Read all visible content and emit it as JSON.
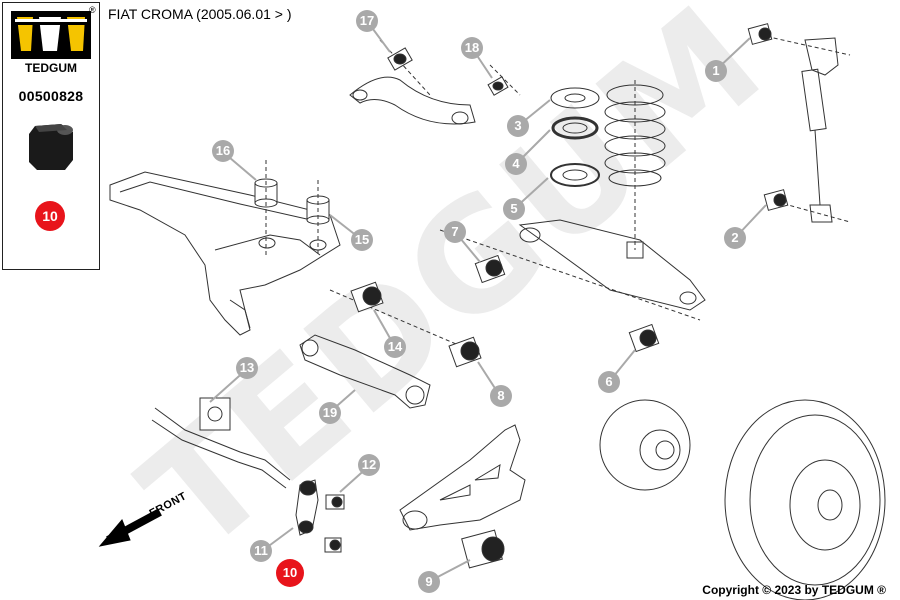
{
  "brand": {
    "name": "TEDGUM",
    "registered_mark": "®",
    "part_number": "00500828",
    "highlight_number": "10"
  },
  "header": {
    "title": "FIAT CROMA (2005.06.01 > )"
  },
  "diagram": {
    "callouts": [
      {
        "id": "1",
        "label": "1"
      },
      {
        "id": "2",
        "label": "2"
      },
      {
        "id": "3",
        "label": "3"
      },
      {
        "id": "4",
        "label": "4"
      },
      {
        "id": "5",
        "label": "5"
      },
      {
        "id": "6",
        "label": "6"
      },
      {
        "id": "7",
        "label": "7"
      },
      {
        "id": "8",
        "label": "8"
      },
      {
        "id": "9",
        "label": "9"
      },
      {
        "id": "10",
        "label": "10",
        "highlighted": true
      },
      {
        "id": "11",
        "label": "11"
      },
      {
        "id": "12",
        "label": "12"
      },
      {
        "id": "13",
        "label": "13"
      },
      {
        "id": "14",
        "label": "14"
      },
      {
        "id": "15",
        "label": "15"
      },
      {
        "id": "16",
        "label": "16"
      },
      {
        "id": "17",
        "label": "17"
      },
      {
        "id": "18",
        "label": "18"
      },
      {
        "id": "19",
        "label": "19"
      }
    ],
    "front_label": "FRONT",
    "watermark": "TEDGUM"
  },
  "footer": {
    "copyright": "Copyright © 2023 by TEDGUM ®"
  },
  "colors": {
    "highlight": "#e8141b",
    "callout": "#a9a9a9",
    "watermark": "#ececec",
    "brand_yellow": "#f5c400"
  }
}
